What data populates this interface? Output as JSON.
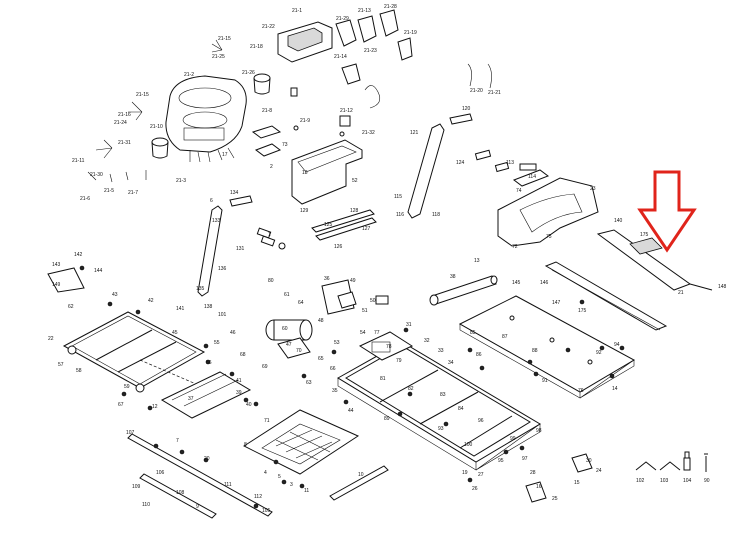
{
  "diagram": {
    "colors": {
      "lines": "#111111",
      "background": "#ffffff",
      "arrow": "#e0241b"
    },
    "callouts": {
      "console_top": "21-1",
      "console_base": "21-2",
      "c21_22": "21-22",
      "c21_15a": "21-15",
      "c21_18": "21-18",
      "c21_15b": "21-15",
      "c21_14": "21-14",
      "c21_13": "21-13",
      "c21_8": "21-8",
      "c21_9": "21-9",
      "c21_16": "21-16",
      "c21_12": "21-12",
      "c21_32": "21-32",
      "c21_20": "21-20",
      "c21_21": "21-21",
      "c21_25": "21-25",
      "c21_23": "21-23",
      "c21_19": "21-19",
      "c21_26": "21-26",
      "c21_31": "21-31",
      "c21_30": "21-30",
      "c21_10": "21-10",
      "c21_24": "21-24",
      "c21_28": "21-28",
      "c21_29": "21-29",
      "c21_11": "21-11",
      "c21_3": "21-3",
      "c21_5": "21-5",
      "c21_6": "21-6",
      "c21_7": "21-7",
      "c73": "73",
      "c17": "17",
      "c18": "18",
      "c52": "52",
      "c74": "74",
      "c22": "22",
      "c23": "23",
      "c12": "12",
      "c13": "13",
      "c38": "38",
      "c80": "80",
      "c25": "25",
      "c26": "26",
      "c27": "27",
      "c30": "30",
      "c31": "31",
      "c32": "32",
      "c33": "33",
      "c34": "34",
      "c55": "55",
      "c56": "56",
      "c60": "60",
      "c61": "61",
      "c62": "62",
      "c63": "63",
      "c64": "64",
      "c65": "65",
      "c66": "66",
      "c67": "67",
      "c68": "68",
      "c69": "69",
      "c71": "71",
      "c72": "72",
      "c77": "77",
      "c79": "79",
      "c82": "82",
      "c83": "83",
      "c84": "84",
      "c85": "85",
      "c86": "86",
      "c87": "87",
      "c88": "88",
      "c89": "89",
      "c91": "91",
      "c92": "92",
      "c93": "93",
      "c94": "94",
      "c95": "95",
      "c96": "96",
      "c97": "97",
      "c98": "98",
      "c99": "99",
      "c100": "100",
      "c101": "101",
      "c102": "102",
      "c103": "103",
      "c104": "104",
      "c105": "105",
      "c106": "106",
      "c107": "107",
      "c108": "108",
      "c109": "109",
      "c110": "110",
      "c111": "111",
      "c112": "112",
      "c113": "113",
      "c114": "114",
      "c115": "115",
      "c116": "116",
      "c118": "118",
      "c120": "120",
      "c121": "121",
      "c124": "124",
      "c125": "125",
      "c126": "126",
      "c127": "127",
      "c128": "128",
      "c129": "129",
      "c131": "131",
      "c133": "133",
      "c134": "134",
      "c135": "135",
      "c136": "136",
      "c138": "138",
      "c140": "140",
      "c141": "141",
      "c142": "142",
      "c143": "143",
      "c144": "144",
      "c145": "145",
      "c146": "146",
      "c147": "147",
      "c148": "148",
      "c149": "149",
      "c175": "175",
      "c20": "20",
      "c21": "21",
      "c7": "7",
      "c8": "8",
      "c9": "9",
      "c10": "10",
      "c14": "14",
      "c3": "3",
      "c4": "4",
      "c5": "5",
      "c6": "6",
      "c1": "1",
      "c2": "2",
      "c11": "11",
      "c15": "15",
      "c16": "16",
      "c19": "19",
      "c24": "24",
      "c28": "28",
      "c35": "35",
      "c36": "36",
      "c37": "37",
      "c39": "39",
      "c40": "40",
      "c41": "41",
      "c42": "42",
      "c43": "43",
      "c44": "44",
      "c45": "45",
      "c46": "46",
      "c47": "47",
      "c48": "48",
      "c49": "49",
      "c50": "50",
      "c51": "51",
      "c53": "53",
      "c54": "54",
      "c57": "57",
      "c58": "58",
      "c59": "59",
      "c70": "70",
      "c75": "75",
      "c76": "76",
      "c78": "78",
      "c81": "81",
      "c90": "90"
    }
  }
}
